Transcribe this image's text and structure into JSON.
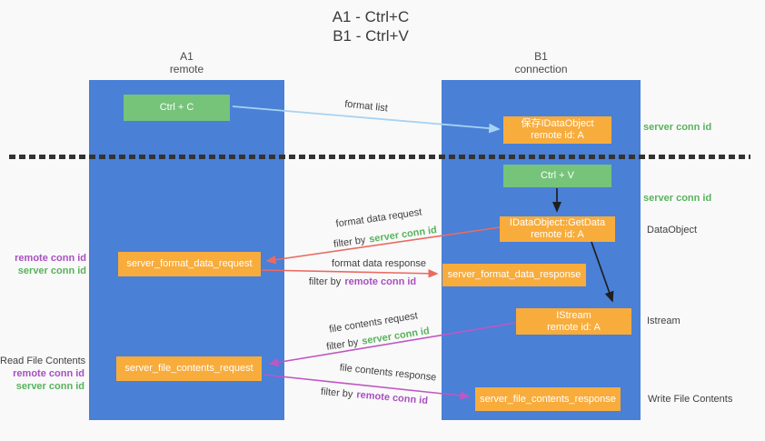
{
  "title": {
    "line1": "A1 - Ctrl+C",
    "line2": "B1 - Ctrl+V"
  },
  "lanes": [
    {
      "name": "A1",
      "role": "remote"
    },
    {
      "name": "B1",
      "role": "connection"
    }
  ],
  "nodes": {
    "ctrl_c": "Ctrl + C",
    "save_idataobject": {
      "line1": "保存IDataObject",
      "line2": "remote id: A"
    },
    "ctrl_v": "Ctrl + V",
    "getdata": {
      "line1": "IDataObject::GetData",
      "line2": "remote id: A"
    },
    "format_request": "server_format_data_request",
    "format_response": "server_format_data_response",
    "istream": {
      "line1": "IStream",
      "line2": "remote id: A"
    },
    "file_request": "server_file_contents_request",
    "file_response": "server_file_contents_response"
  },
  "edge_labels": {
    "format_list": "format list",
    "format_data_request": "format data request",
    "format_data_response": "format data response",
    "file_contents_request": "file contents request",
    "file_contents_response": "file contents response",
    "filter_by": "filter by",
    "server_conn_id": "server conn id",
    "remote_conn_id": "remote conn id"
  },
  "annotations": {
    "left_upper": {
      "remote": "remote conn id",
      "server": "server conn id"
    },
    "left_lower": {
      "title": "Read File Contents",
      "remote": "remote conn id",
      "server": "server conn id"
    },
    "right": {
      "server_conn_id_1": "server conn id",
      "server_conn_id_2": "server conn id",
      "dataobject": "DataObject",
      "istream": "Istream",
      "write_file_contents": "Write File Contents"
    }
  },
  "colors": {
    "lane_blue": "#4a80d6",
    "box_orange": "#f8ac3c",
    "box_green": "#76c37a",
    "arrow_light_blue": "#a6d3f2",
    "arrow_red": "#e96b62",
    "arrow_magenta": "#c155c5",
    "arrow_black": "#1f1f1f",
    "text_green": "#58b35c",
    "text_purple": "#a84fc0",
    "background": "#f9f9f9"
  }
}
